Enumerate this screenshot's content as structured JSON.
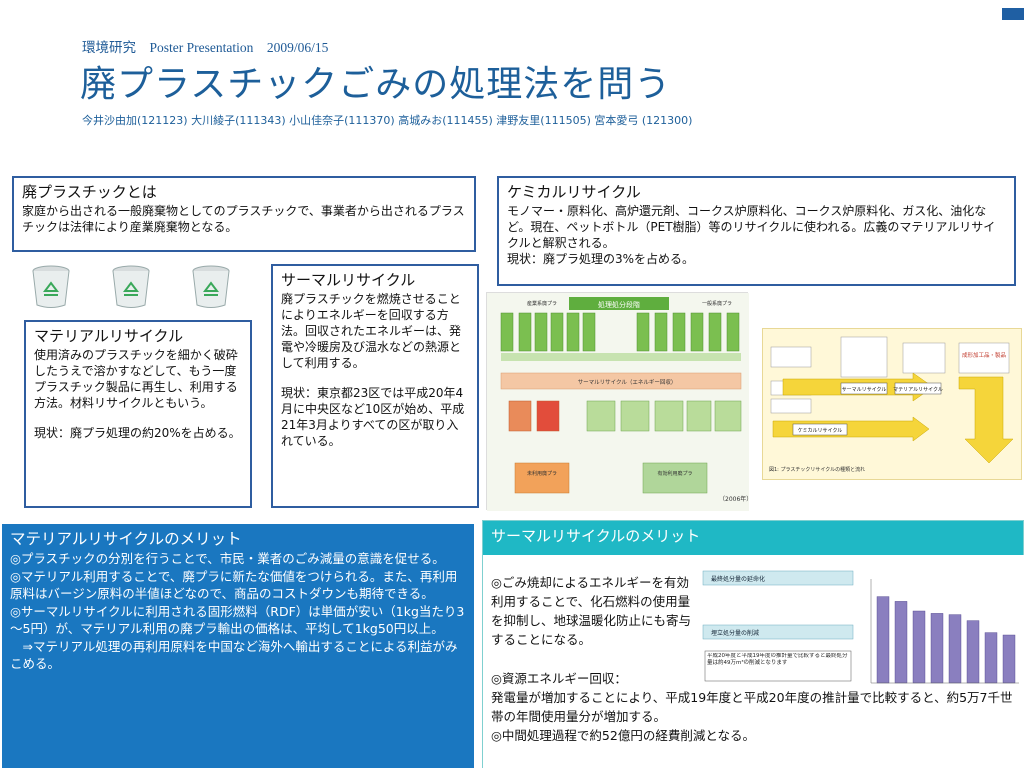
{
  "header": {
    "meta": "環境研究　Poster Presentation　2009/06/15",
    "title": "廃プラスチックごみの処理法を問う",
    "authors": "今井沙由加(121123) 大川綾子(111343) 小山佳奈子(111370) 高城みお(111455) 津野友里(111505) 宮本愛弓 (121300)"
  },
  "about": {
    "heading": "廃プラスチックとは",
    "body": "家庭から出される一般廃棄物としてのプラスチックで、事業者から出されるプラスチックは法律により産業廃棄物となる。"
  },
  "chemical": {
    "heading": "ケミカルリサイクル",
    "body": "モノマー・原料化、高炉還元剤、コークス炉原料化、コークス炉原料化、ガス化、油化など。現在、ペットボトル（PET樹脂）等のリサイクルに使われる。広義のマテリアルリサイクルと解釈される。",
    "status": "現状：廃プラ処理の3%を占める。"
  },
  "thermal": {
    "heading": "サーマルリサイクル",
    "body": "廃プラスチックを燃焼させることによりエネルギーを回収する方法。回収されたエネルギーは、発電や冷暖房及び温水などの熱源として利用する。",
    "status": "現状：東京都23区では平成20年4月に中央区など10区が始め、平成21年3月よりすべての区が取り入れている。"
  },
  "material": {
    "heading": "マテリアルリサイクル",
    "body": "使用済みのプラスチックを細かく破砕したうえで溶かすなどして、もう一度プラスチック製品に再生し、利用する方法。材料リサイクルともいう。",
    "status": "現状：廃プラ処理の約20%を占める。"
  },
  "material_merit": {
    "heading": "マテリアルリサイクルのメリット",
    "l1": "◎プラスチックの分別を行うことで、市民・業者のごみ減量の意識を促せる。",
    "l2": "◎マテリアル利用することで、廃プラに新たな価値をつけられる。また、再利用原料はバージン原料の半値ほどなので、商品のコストダウンも期待できる。",
    "l3": "◎サーマルリサイクルに利用される固形燃料（RDF）は単価が安い（1kg当たり3～5円）が、マテリアル利用の廃プラ輸出の価格は、平均して1kg50円以上。",
    "l4": "　⇒マテリアル処理の再利用原料を中国など海外へ輸出することによる利益がみこめる。"
  },
  "thermal_merit": {
    "heading": "サーマルリサイクルのメリット",
    "l1": "◎ごみ焼却によるエネルギーを有効利用することで、化石燃料の使用量を抑制し、地球温暖化防止にも寄与することになる。",
    "l2": "◎資源エネルギー回収：",
    "l3": "発電量が増加することにより、平成19年度と平成20年度の推計量で比較すると、約5万7千世帯の年間使用量分が増加する。",
    "l4": "◎中間処理過程で約52億円の経費削減となる。"
  },
  "flow_figure": {
    "top_label": "処理処分段階",
    "left_label": "産業系廃プラ",
    "right_label": "一般系廃プラ",
    "mid_label": "サーマルリサイクル（エネルギー回収）",
    "bottom_left": "未利用廃プラ",
    "bottom_right": "有効利用廃プラ",
    "year": "（2006年）"
  },
  "chem_figure": {
    "caption": "図1: プラスチックリサイクルの種類と流れ",
    "label_material": "マテリアルリサイクル",
    "label_chemical": "ケミカルリサイクル",
    "label_thermal": "サーマルリサイクル",
    "label_product": "成形加工品・製品"
  },
  "thermal_figure": {
    "box1": "最終処分量の延命化",
    "box2": "埋立処分量の削減",
    "note": "平成20年度と平成19年度の推計量で比較すると最終処分量は約49万m³の削減となります",
    "bar_values": [
      72,
      68,
      60,
      58,
      57,
      52,
      42,
      40
    ],
    "bar_color": "#8a7fbf"
  },
  "colors": {
    "accent": "#1f5fa3",
    "blue_panel": "#1a77c0",
    "teal_panel": "#1fb8c5"
  }
}
